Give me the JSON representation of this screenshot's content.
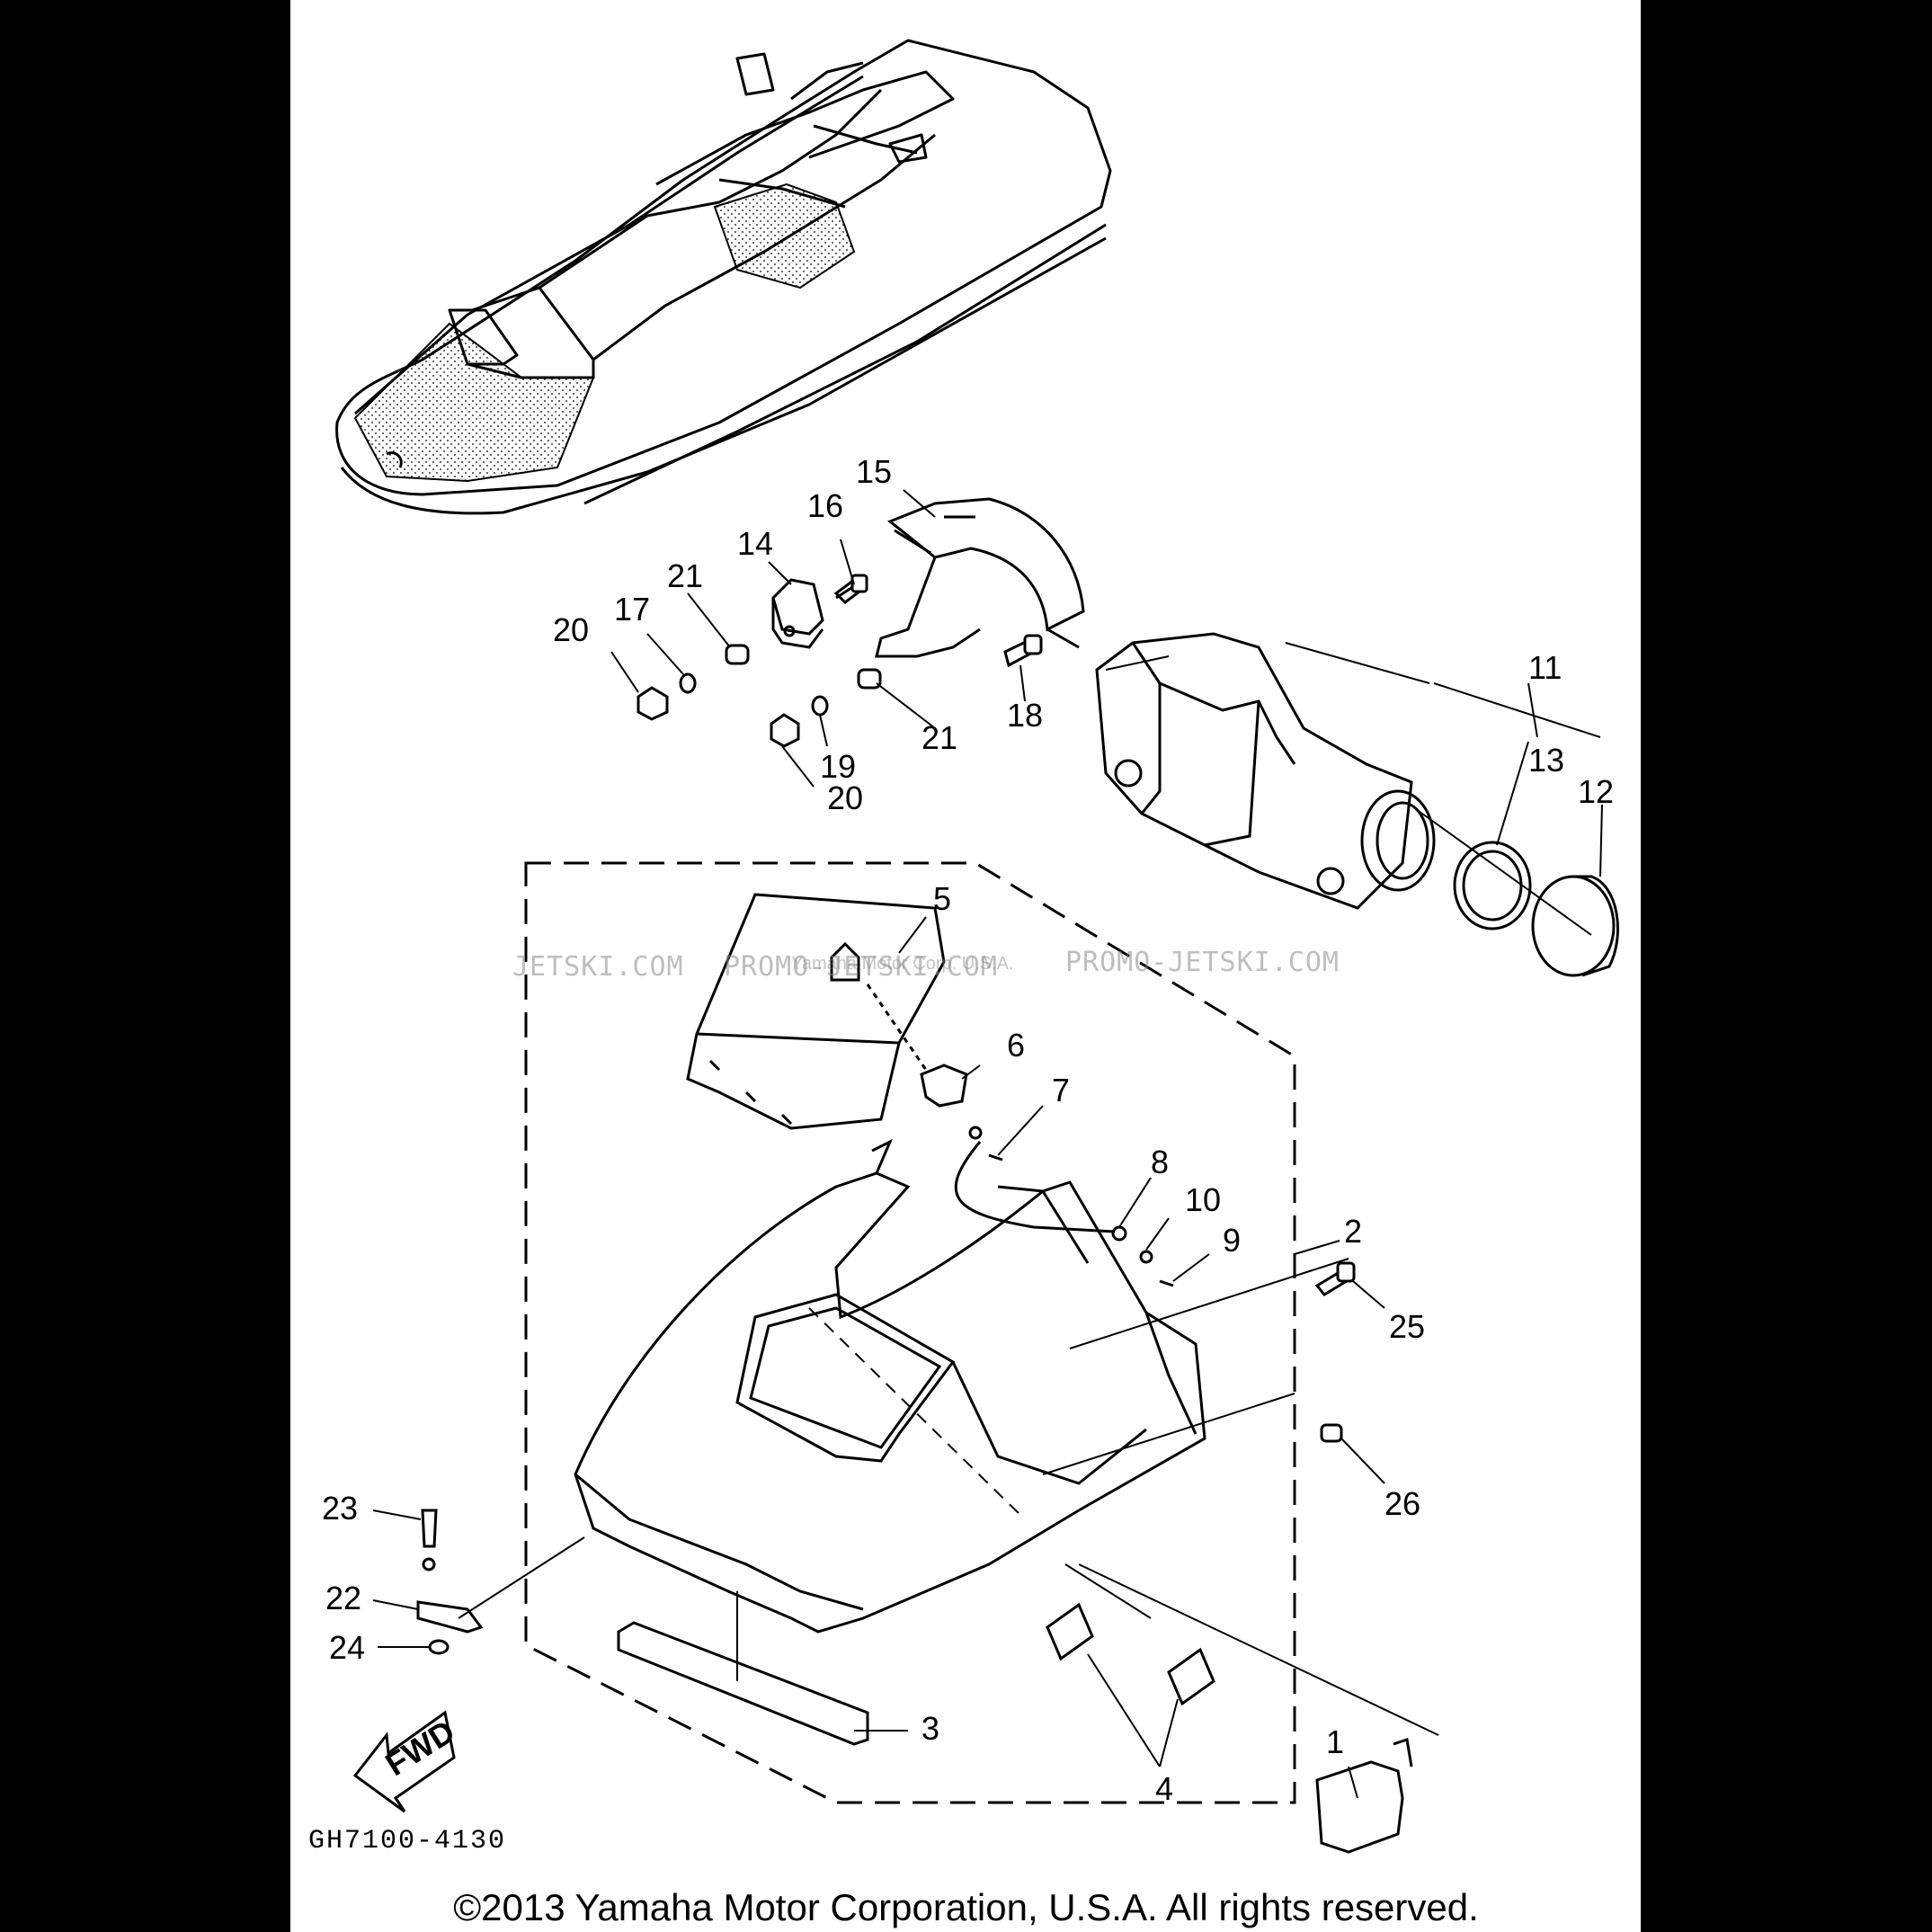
{
  "callouts": {
    "c1": "1",
    "c2": "2",
    "c3": "3",
    "c4": "4",
    "c5": "5",
    "c6": "6",
    "c7": "7",
    "c8": "8",
    "c9": "9",
    "c10": "10",
    "c11": "11",
    "c12": "12",
    "c13": "13",
    "c14": "14",
    "c15": "15",
    "c16": "16",
    "c17": "17",
    "c18": "18",
    "c19": "19",
    "c20a": "20",
    "c20b": "20",
    "c21a": "21",
    "c21b": "21",
    "c22": "22",
    "c23": "23",
    "c24": "24",
    "c25": "25",
    "c26": "26"
  },
  "arrow_label": "FWD",
  "diagram_code": "GH7100-4130",
  "watermark": {
    "left": "JETSKI.COM",
    "middle": "PROMO-JETSKI.COM",
    "right": "PROMO-JETSKI.COM",
    "faint": "Yamaha Motor Corp. U.S.A."
  },
  "copyright": "©2013 Yamaha Motor Corporation, U.S.A. All rights reserved."
}
